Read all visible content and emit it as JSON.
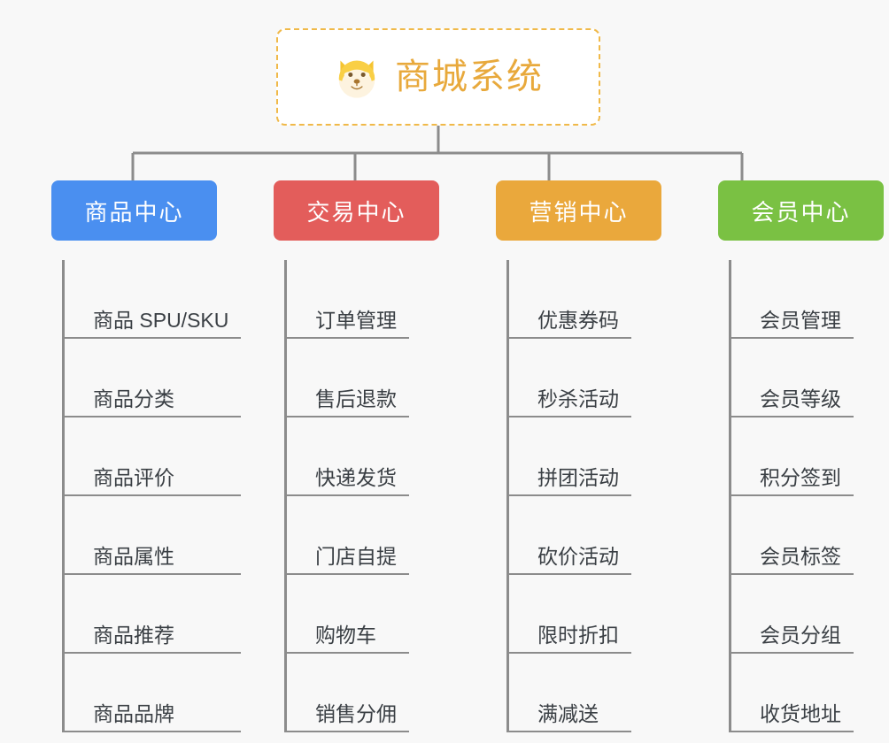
{
  "page": {
    "background_color": "#f8f8f8",
    "line_color": "#8c8c8c"
  },
  "root": {
    "title": "商城系统",
    "icon": "shiba-dog-icon",
    "border_color": "#f0b949",
    "text_color": "#e8a93c",
    "background_color": "#ffffff"
  },
  "columns": [
    {
      "category": "商品中心",
      "color": "#4a8ff0",
      "items": [
        "商品 SPU/SKU",
        "商品分类",
        "商品评价",
        "商品属性",
        "商品推荐",
        "商品品牌"
      ]
    },
    {
      "category": "交易中心",
      "color": "#e35d5b",
      "items": [
        "订单管理",
        "售后退款",
        "快递发货",
        "门店自提",
        "购物车",
        "销售分佣"
      ]
    },
    {
      "category": "营销中心",
      "color": "#eaa83c",
      "items": [
        "优惠券码",
        "秒杀活动",
        "拼团活动",
        "砍价活动",
        "限时折扣",
        "满减送"
      ]
    },
    {
      "category": "会员中心",
      "color": "#7ac143",
      "items": [
        "会员管理",
        "会员等级",
        "积分签到",
        "会员标签",
        "会员分组",
        "收货地址"
      ]
    }
  ]
}
